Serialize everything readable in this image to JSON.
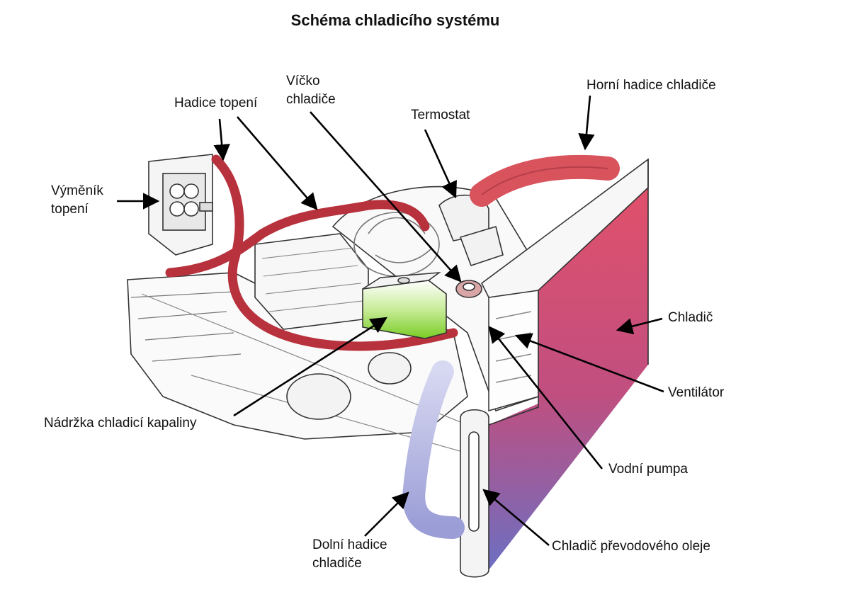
{
  "title": "Schéma chladicího systému",
  "labels": {
    "heater_hose": "Hadice topení",
    "radiator_cap": [
      "Víčko",
      "chladiče"
    ],
    "thermostat": "Termostat",
    "upper_radiator_hose": "Horní hadice chladiče",
    "heater_core": [
      "Výměník",
      "topení"
    ],
    "radiator": "Chladič",
    "fan": "Ventilátor",
    "coolant_reservoir": "Nádržka chladicí kapaliny",
    "water_pump": "Vodní pumpa",
    "lower_radiator_hose": [
      "Dolní hadice",
      "chladiče"
    ],
    "transmission_oil_cooler": "Chladič převodového oleje"
  },
  "colors": {
    "heater_hose": "#b8323d",
    "upper_hose": "#d9535d",
    "radiator_top": "#e2506a",
    "radiator_bottom": "#6c6fc2",
    "lower_hose": "#b4b6e3",
    "reservoir_fluid": "#8fd33a",
    "arrow": "#000000"
  }
}
